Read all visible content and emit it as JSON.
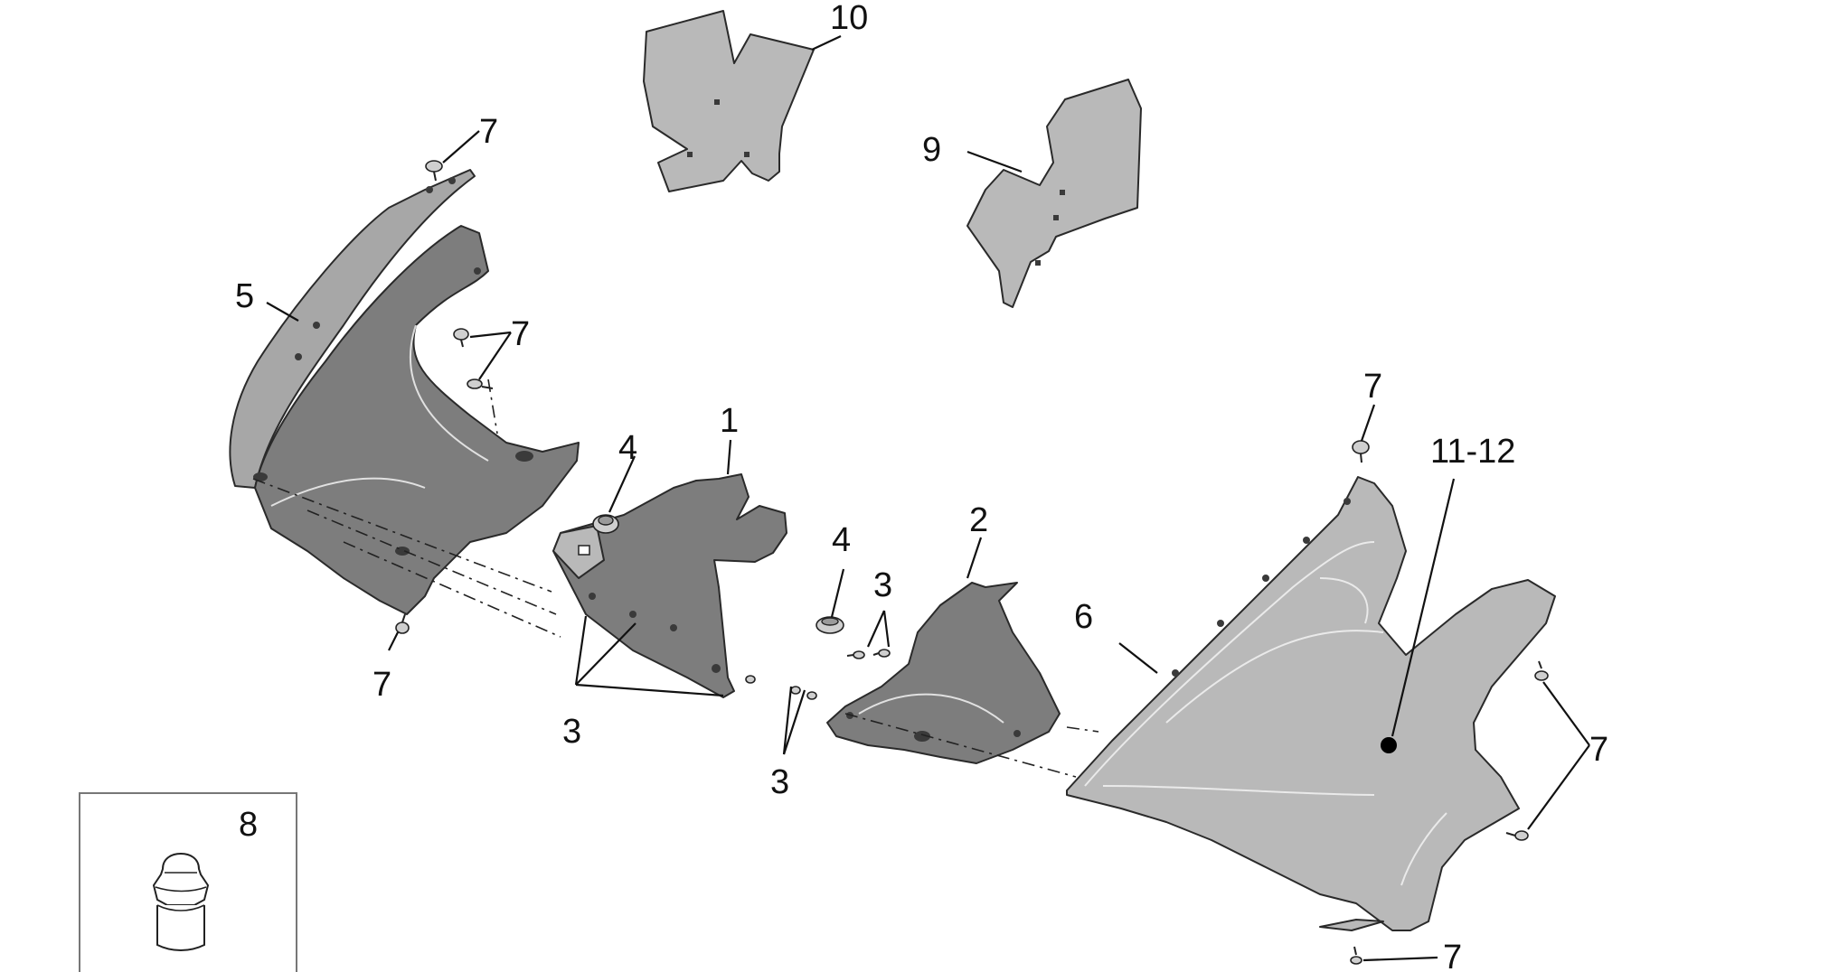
{
  "callouts": {
    "p1": "1",
    "p2": "2",
    "p3a": "3",
    "p3b": "3",
    "p3c": "3",
    "p4a": "4",
    "p4b": "4",
    "p5": "5",
    "p6": "6",
    "p7a": "7",
    "p7b": "7",
    "p7c": "7",
    "p7d": "7",
    "p7e": "7",
    "p7f": "7",
    "p8": "8",
    "p9": "9",
    "p10": "10",
    "p1112": "11-12"
  },
  "colors": {
    "dark_part": "#7d7d7d",
    "light_part": "#b9b9b9",
    "line": "#111111"
  }
}
